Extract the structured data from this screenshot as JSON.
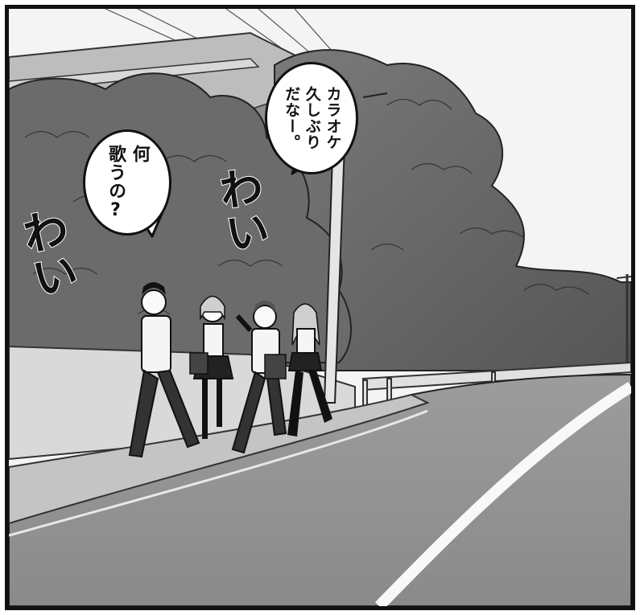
{
  "bubbles": {
    "left": {
      "lines": [
        "何",
        "歌うの?"
      ]
    },
    "right": {
      "lines": [
        "カラオケ",
        "久しぶり",
        "だなー。"
      ]
    }
  },
  "sfx": {
    "left": "わい",
    "right": "わい"
  }
}
